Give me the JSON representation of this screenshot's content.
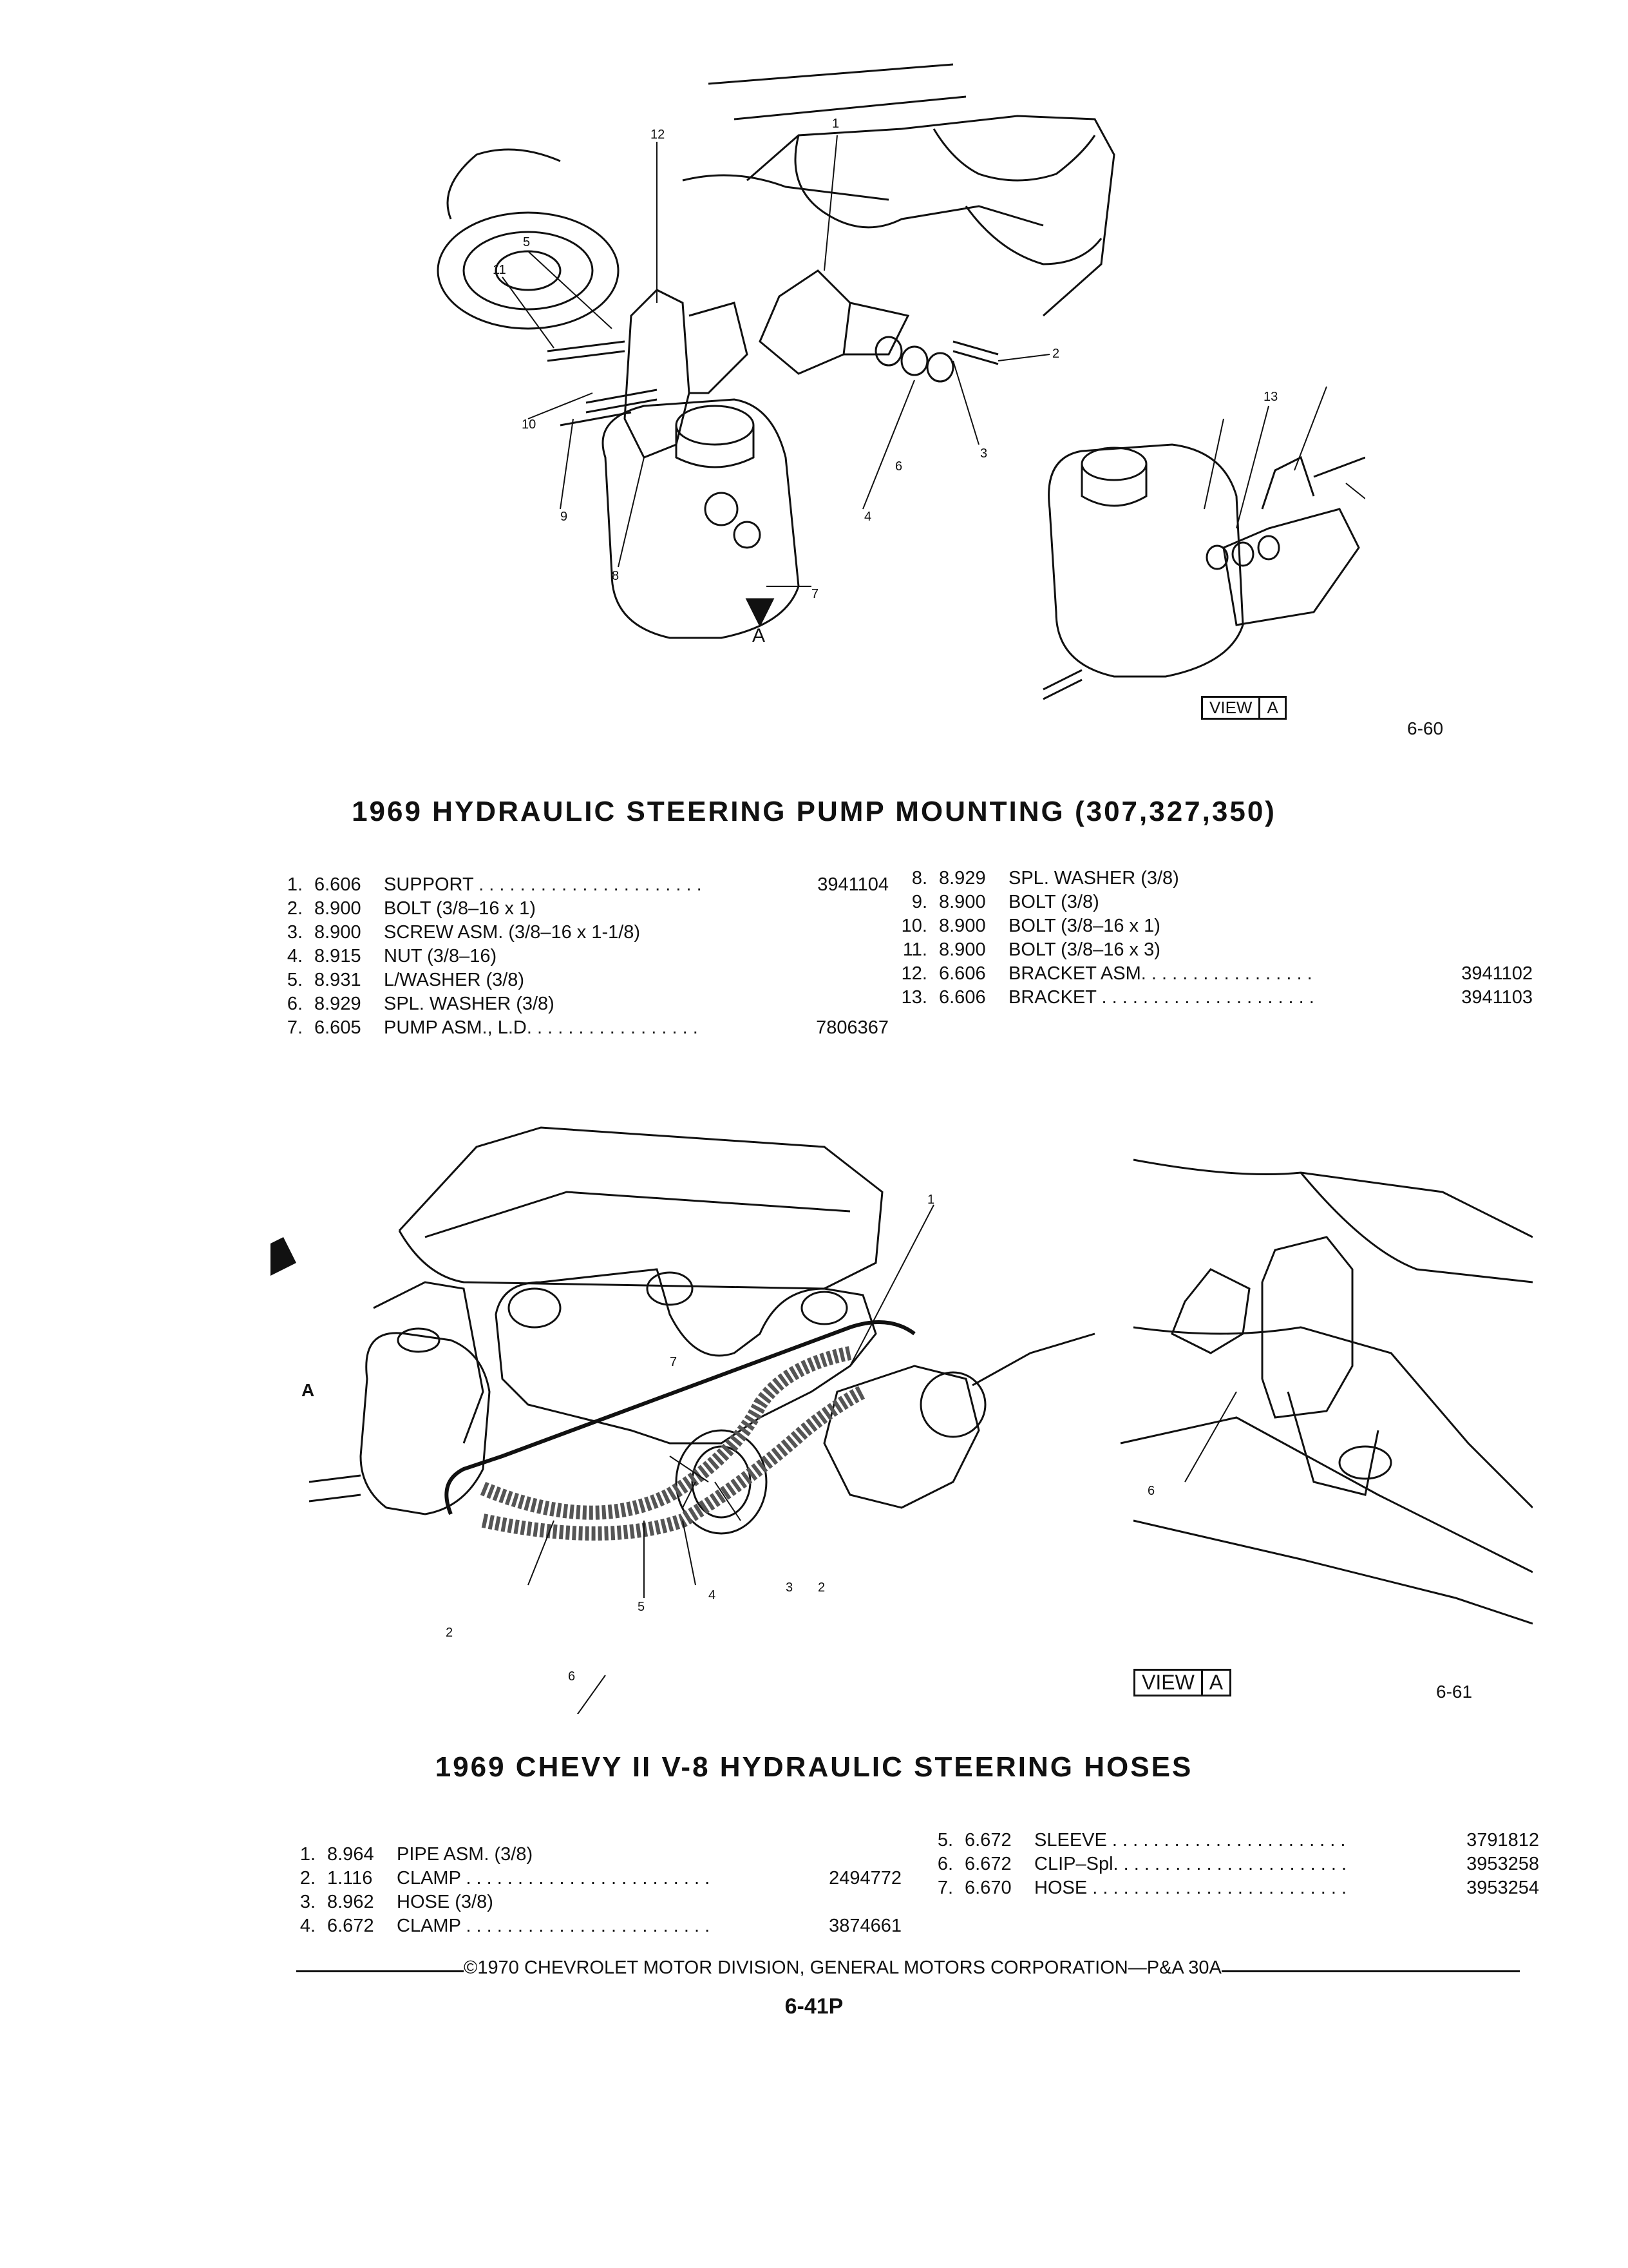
{
  "figure1": {
    "fig_number": "6-60",
    "title": "1969 HYDRAULIC STEERING PUMP MOUNTING (307,327,350)",
    "view_label": "VIEW",
    "view_letter": "A",
    "arrow_letter": "A",
    "callouts": [
      "1",
      "2",
      "3",
      "4",
      "5",
      "6",
      "7",
      "8",
      "9",
      "10",
      "11",
      "12",
      "13"
    ]
  },
  "parts1_left": [
    {
      "num": "1.",
      "group": "6.606",
      "name": "SUPPORT . . . . . . . . . . . . . . . . . . . . . .",
      "part": "3941104"
    },
    {
      "num": "2.",
      "group": "8.900",
      "name": "BOLT (3/8–16 x 1)",
      "part": ""
    },
    {
      "num": "3.",
      "group": "8.900",
      "name": "SCREW ASM. (3/8–16 x 1-1/8)",
      "part": ""
    },
    {
      "num": "4.",
      "group": "8.915",
      "name": "NUT (3/8–16)",
      "part": ""
    },
    {
      "num": "5.",
      "group": "8.931",
      "name": "L/WASHER (3/8)",
      "part": ""
    },
    {
      "num": "6.",
      "group": "8.929",
      "name": "SPL. WASHER (3/8)",
      "part": ""
    },
    {
      "num": "7.",
      "group": "6.605",
      "name": "PUMP ASM., L.D. . . . . . . . . . . . . . . . .",
      "part": "7806367"
    }
  ],
  "parts1_right": [
    {
      "num": "8.",
      "group": "8.929",
      "name": "SPL. WASHER (3/8)",
      "part": ""
    },
    {
      "num": "9.",
      "group": "8.900",
      "name": "BOLT (3/8)",
      "part": ""
    },
    {
      "num": "10.",
      "group": "8.900",
      "name": "BOLT (3/8–16 x 1)",
      "part": ""
    },
    {
      "num": "11.",
      "group": "8.900",
      "name": "BOLT (3/8–16 x 3)",
      "part": ""
    },
    {
      "num": "12.",
      "group": "6.606",
      "name": "BRACKET ASM. . . . . . . . . . . . . . . . .",
      "part": "3941102"
    },
    {
      "num": "13.",
      "group": "6.606",
      "name": "BRACKET . . . . . . . . . . . . . . . . . . . . .",
      "part": "3941103"
    }
  ],
  "figure2": {
    "fig_number": "6-61",
    "title": "1969 CHEVY II V-8 HYDRAULIC STEERING HOSES",
    "view_label": "VIEW",
    "view_letter": "A",
    "arrow_letter": "A",
    "callouts": [
      "1",
      "2",
      "3",
      "4",
      "5",
      "6",
      "7"
    ]
  },
  "parts2_left": [
    {
      "num": "1.",
      "group": "8.964",
      "name": "PIPE ASM. (3/8)",
      "part": ""
    },
    {
      "num": "2.",
      "group": "1.116",
      "name": "CLAMP . . . . . . . . . . . . . . . . . . . . . . . .",
      "part": "2494772"
    },
    {
      "num": "3.",
      "group": "8.962",
      "name": "HOSE (3/8)",
      "part": ""
    },
    {
      "num": "4.",
      "group": "6.672",
      "name": "CLAMP . . . . . . . . . . . . . . . . . . . . . . . .",
      "part": "3874661"
    }
  ],
  "parts2_right": [
    {
      "num": "5.",
      "group": "6.672",
      "name": "SLEEVE . . . . . . . . . . . . . . . . . . . . . . .",
      "part": "3791812"
    },
    {
      "num": "6.",
      "group": "6.672",
      "name": "CLIP–Spl. . . . . . . . . . . . . . . . . . . . . . .",
      "part": "3953258"
    },
    {
      "num": "7.",
      "group": "6.670",
      "name": "HOSE . . . . . . . . . . . . . . . . . . . . . . . . .",
      "part": "3953254"
    }
  ],
  "footer": {
    "copyright": "©1970 CHEVROLET MOTOR DIVISION, GENERAL MOTORS CORPORATION—P&A 30A",
    "page": "6-41P"
  }
}
